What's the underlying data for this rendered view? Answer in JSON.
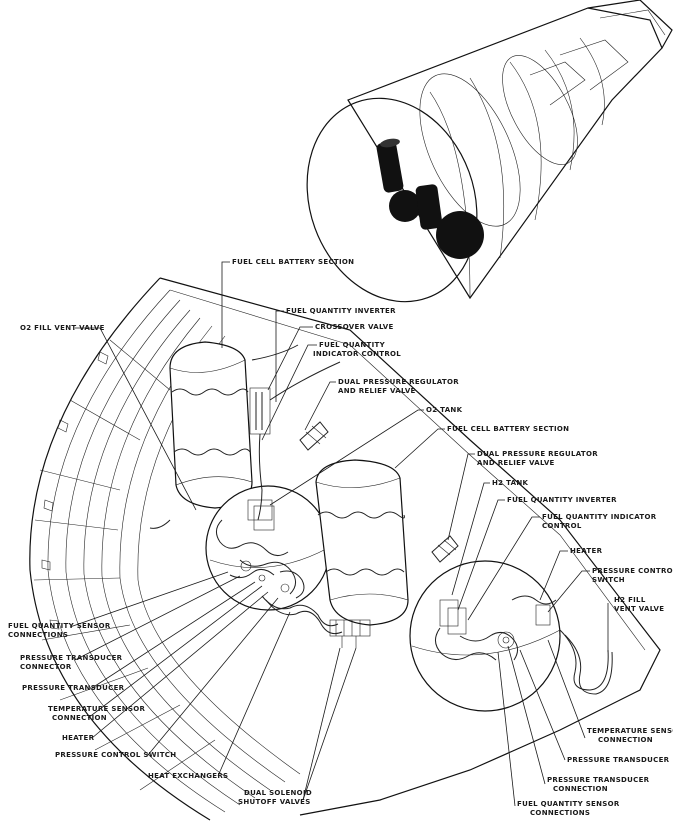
{
  "labels": {
    "fc_section_top": "FUEL CELL BATTERY SECTION",
    "fuel_qty_inverter_top": "FUEL QUANTITY INVERTER",
    "o2_fill_vent_valve": "O2 FILL VENT VALVE",
    "crossover_valve": "CROSSOVER VALVE",
    "fuel_qty_indicator_control_1": "FUEL QUANTITY",
    "fuel_qty_indicator_control_2": "INDICATOR CONTROL",
    "dual_pressure_reg_top_1": "DUAL PRESSURE REGULATOR",
    "dual_pressure_reg_top_2": "AND RELIEF VALVE",
    "o2_tank": "O2 TANK",
    "fc_section_mid": "FUEL CELL BATTERY SECTION",
    "dual_pressure_reg_mid_1": "DUAL PRESSURE REGULATOR",
    "dual_pressure_reg_mid_2": "AND RELIEF VALVE",
    "h2_tank": "H2 TANK",
    "fuel_qty_inverter_right": "FUEL QUANTITY INVERTER",
    "fuel_qty_indicator_control_right_1": "FUEL QUANTITY INDICATOR",
    "fuel_qty_indicator_control_right_2": "CONTROL",
    "heater_right": "HEATER",
    "pressure_control_switch_right_1": "PRESSURE CONTROL",
    "pressure_control_switch_right_2": "SWITCH",
    "h2_fill_vent_valve_1": "H2 FILL",
    "h2_fill_vent_valve_2": "VENT VALVE",
    "fuel_qty_sensor_connections_left_1": "FUEL QUANTITY SENSOR",
    "fuel_qty_sensor_connections_left_2": "CONNECTIONS",
    "pressure_transducer_connector_1": "PRESSURE TRANSDUCER",
    "pressure_transducer_connector_2": "CONNECTOR",
    "pressure_transducer_left": "PRESSURE TRANSDUCER",
    "temperature_sensor_connection_left_1": "TEMPERATURE SENSOR",
    "temperature_sensor_connection_left_2": "CONNECTION",
    "heater_left": "HEATER",
    "pressure_control_switch_left": "PRESSURE CONTROL SWITCH",
    "heat_exchangers": "HEAT EXCHANGERS",
    "dual_solenoid_1": "DUAL SOLENOID",
    "dual_solenoid_2": "SHUTOFF VALVES",
    "temperature_sensor_connection_right_1": "TEMPERATURE SENSOR",
    "temperature_sensor_connection_right_2": "CONNECTION",
    "pressure_transducer_right": "PRESSURE TRANSDUCER",
    "pressure_transducer_connection_right_1": "PRESSURE TRANSDUCER",
    "pressure_transducer_connection_right_2": "CONNECTION",
    "fuel_qty_sensor_connections_right_1": "FUEL QUANTITY SENSOR",
    "fuel_qty_sensor_connections_right_2": "CONNECTIONS"
  }
}
